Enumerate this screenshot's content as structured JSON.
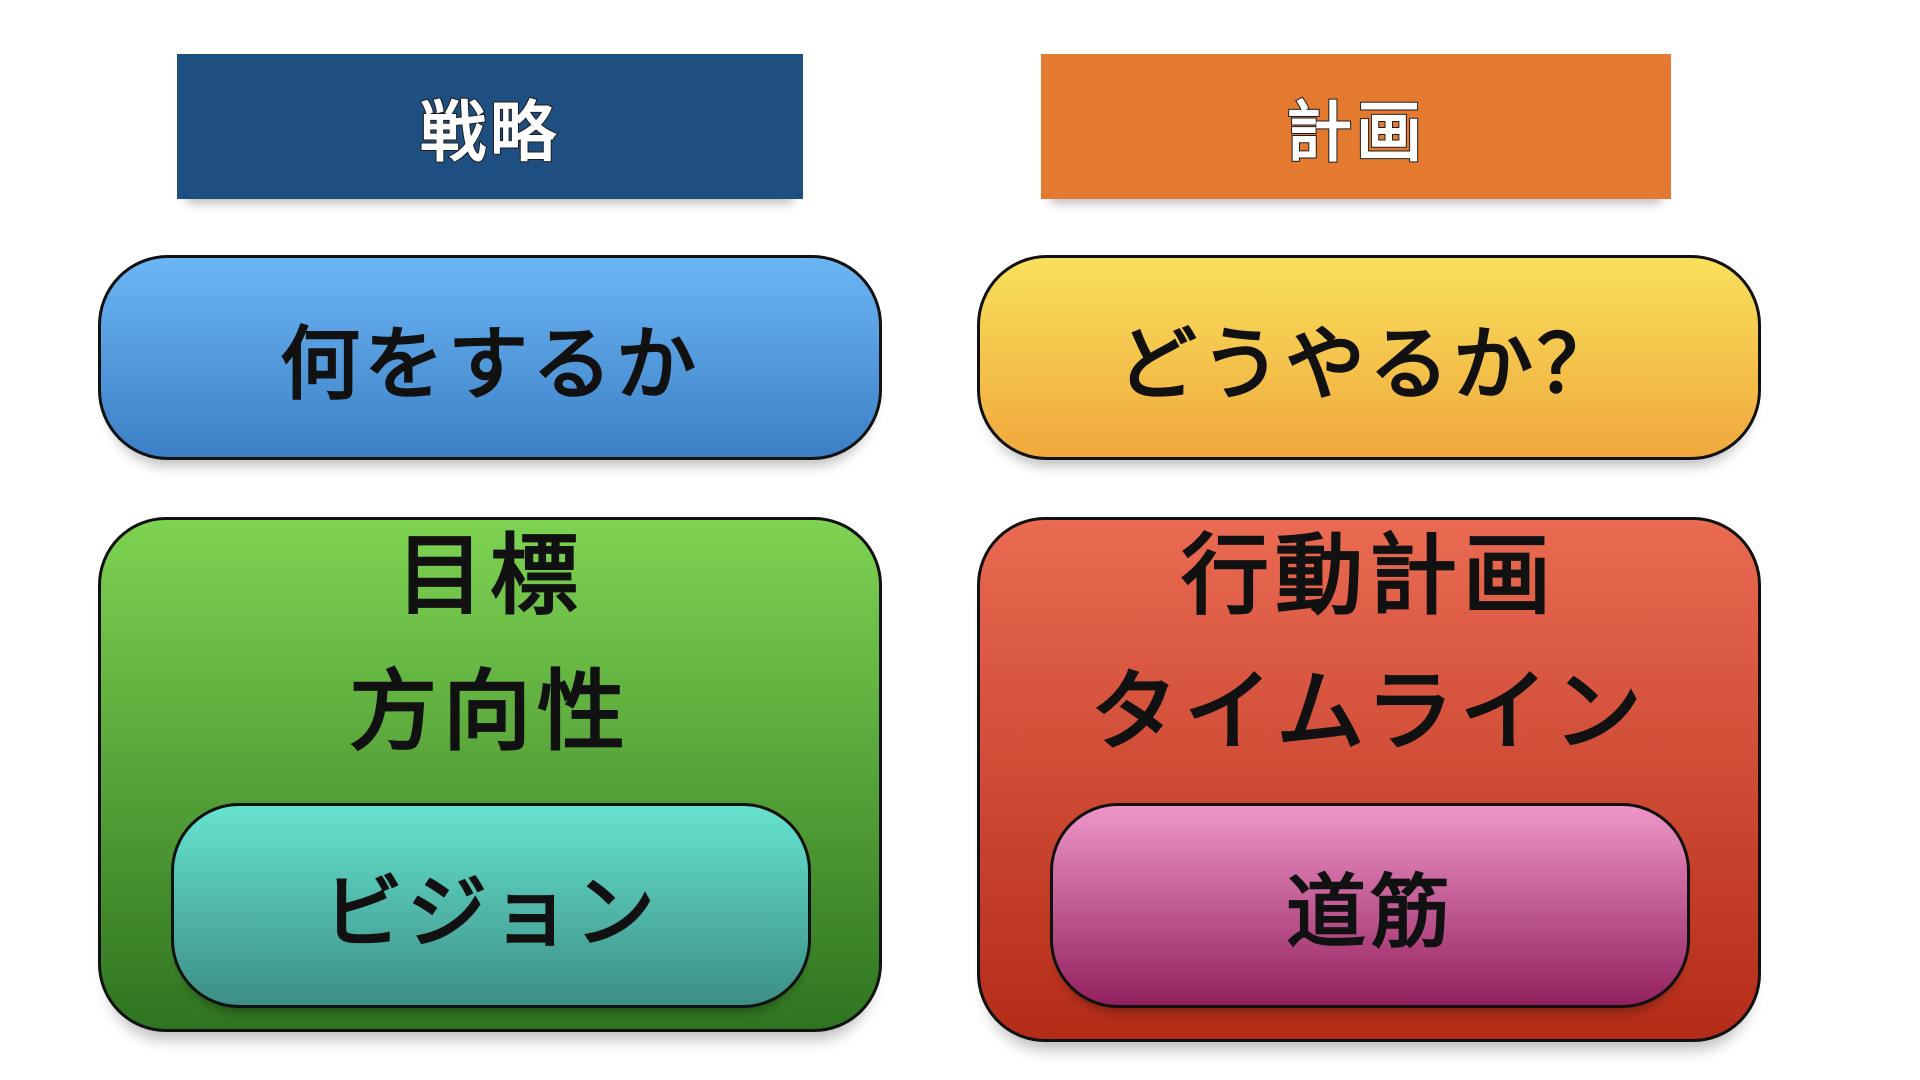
{
  "strategy": {
    "header": "戦略",
    "question": "何をするか",
    "main_line1": "目標",
    "main_line2": "方向性",
    "inner": "ビジョン"
  },
  "plan": {
    "header": "計画",
    "question": "どうやるか？",
    "main_line1": "行動計画",
    "main_line2": "タイムライン",
    "inner": "道筋"
  },
  "colors": {
    "strategy_header": "#1F4E80",
    "plan_header": "#E37A30",
    "strategy_question_top": "#6BB6F4",
    "strategy_question_bottom": "#3C7FC6",
    "plan_question_top": "#F8E05C",
    "plan_question_bottom": "#F0A83C",
    "strategy_main_top": "#7ED352",
    "strategy_main_bottom": "#2F7420",
    "plan_main_top": "#EA6A52",
    "plan_main_bottom": "#B32C18",
    "strategy_inner_top": "#66E3CF",
    "strategy_inner_bottom": "#3C8E85",
    "plan_inner_top": "#EE96C8",
    "plan_inner_bottom": "#93215F"
  }
}
